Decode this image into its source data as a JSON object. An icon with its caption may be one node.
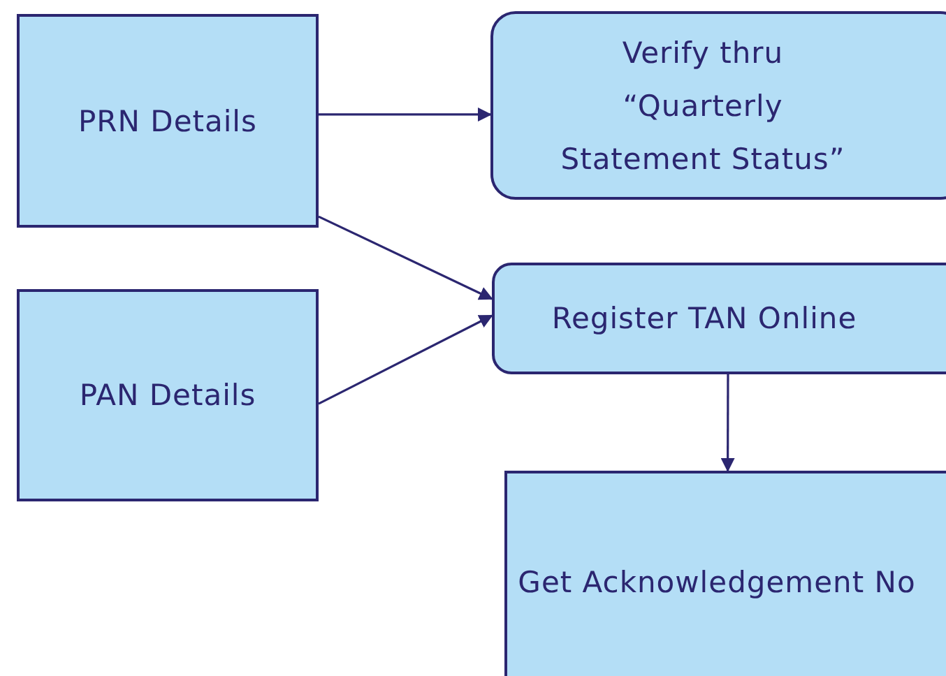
{
  "diagram": {
    "nodes": [
      {
        "text": [
          "PRN Details"
        ]
      },
      {
        "text": [
          "PAN Details"
        ]
      },
      {
        "text": [
          "Verify thru “Quarterly Statement Status”"
        ]
      },
      {
        "text": [
          "Register TAN Online"
        ]
      },
      {
        "text": [
          "Get Acknowledgement No"
        ]
      }
    ],
    "edges": [
      {
        "from": 0,
        "to": 2,
        "arrow": "to"
      },
      {
        "from": 0,
        "to": 3,
        "arrow": "to"
      },
      {
        "from": 1,
        "to": 3,
        "arrow": "to"
      },
      {
        "from": 3,
        "to": 4,
        "arrow": "to"
      }
    ]
  }
}
